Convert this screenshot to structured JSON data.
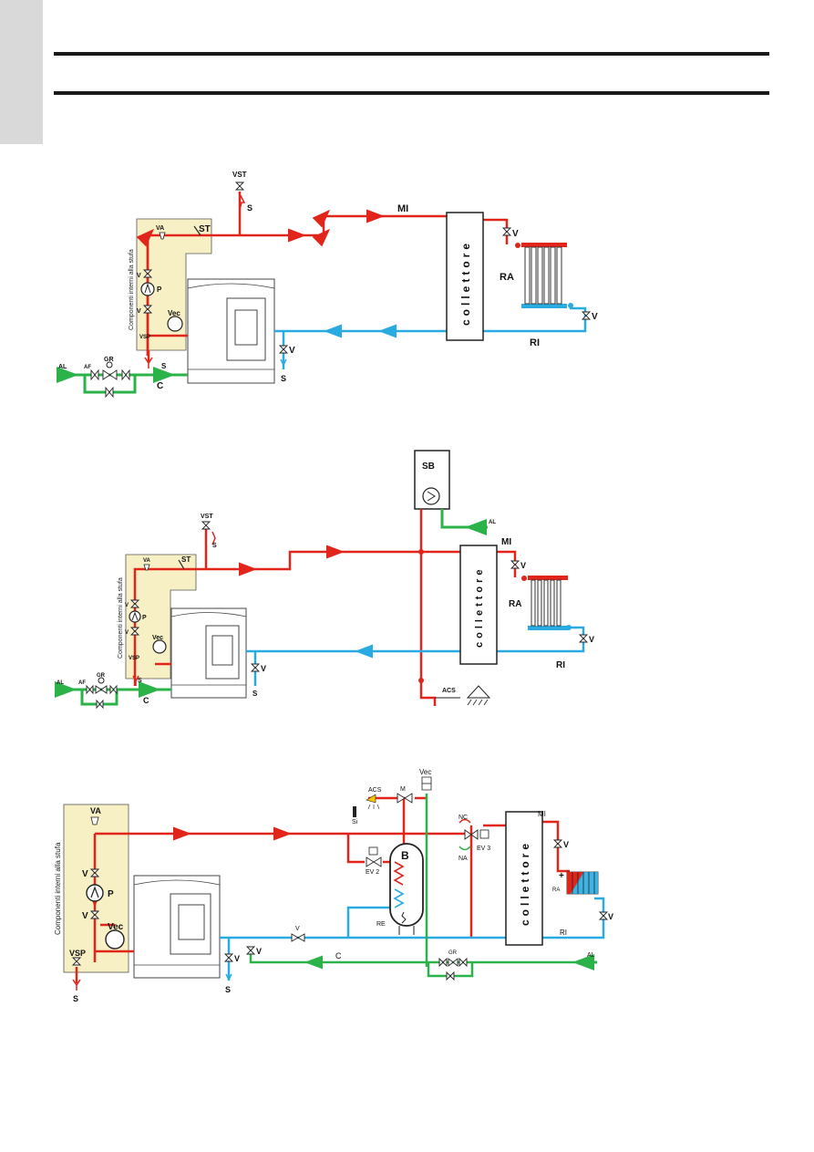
{
  "colors": {
    "hot": "#e1251b",
    "cold": "#29abe2",
    "supply": "#2bb34a",
    "panel": "#f7f0c4",
    "line": "#1a1a1a"
  },
  "diagram1": {
    "vst": "VST",
    "s_vst": "S",
    "st": "ST",
    "va": "VA",
    "v1": "V",
    "p": "P",
    "v2": "V",
    "vec": "Vec",
    "vsp": "VSP",
    "s_bottom": "S",
    "panel_label": "Componenti interni alla stufa",
    "mi": "MI",
    "ri": "RI",
    "ra": "RA",
    "collettore": "collettore",
    "v_ra_top": "V",
    "v_ra_bottom": "V",
    "v_stove": "V",
    "s_stove": "S",
    "al": "AL",
    "af": "AF",
    "gr": "GR",
    "c": "C"
  },
  "diagram2": {
    "sb": "SB",
    "al_sb": "AL",
    "vst": "VST",
    "s_vst": "S",
    "st": "ST",
    "va": "VA",
    "v1": "V",
    "p": "P",
    "v2": "V",
    "vec": "Vec",
    "vsp": "VSP",
    "s_bottom": "S",
    "panel_label": "Componenti interni alla stufa",
    "mi": "MI",
    "ri": "RI",
    "ra": "RA",
    "collettore": "collettore",
    "v_ra_top": "V",
    "v_ra_bottom": "V",
    "v_stove": "V",
    "s_stove": "S",
    "acs": "ACS",
    "al": "AL",
    "af": "AF",
    "gr": "GR",
    "c": "C"
  },
  "diagram3": {
    "va": "VA",
    "v1": "V",
    "p": "P",
    "v2": "V",
    "vec": "Vec",
    "vsp": "VSP",
    "s_bottom": "S",
    "panel_label": "Componenti interni alla stufa",
    "vec_top": "Vec",
    "acs": "ACS",
    "m": "M",
    "si": "Si",
    "ev2": "EV 2",
    "b": "B",
    "re": "RE",
    "nc": "NC",
    "na": "NA",
    "ev3": "EV 3",
    "mi": "MI",
    "ri": "RI",
    "ra": "RA",
    "collettore": "collettore",
    "v_ra_top": "V",
    "v_ra_bottom": "V",
    "v_stove": "V",
    "v_mid": "V",
    "v_left": "V",
    "s_stove": "S",
    "c": "C",
    "gr": "GR",
    "al": "AL"
  }
}
